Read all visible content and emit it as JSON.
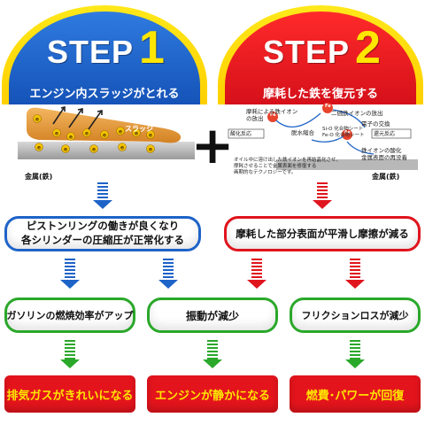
{
  "step1": {
    "title_prefix": "STEP",
    "title_num": "1",
    "subtitle": "エンジン内スラッジがとれる",
    "sludge_label": "スラッジ",
    "metal_label": "金属(鉄)",
    "electron": "e"
  },
  "plus_sign": "+",
  "step2": {
    "title_prefix": "STEP",
    "title_num": "2",
    "subtitle": "摩耗した鉄を復元する",
    "metal_label": "金属(鉄)",
    "notes": {
      "wear_ions": "摩耗による鉄イオン\nの放出",
      "ferrous_ion": "二価鉄イオンの放出",
      "oxidation": "酸化反応",
      "bond_catalyst": "脱水縮合",
      "si_o": "Si-O 化合物シート\nFe-O 化合物シート",
      "electron_exchange": "電子の交換",
      "reduction": "還元反応",
      "iron_oxidation": "鉄イオンの酸化\n金属表面の再没着",
      "caption": "オイル中に溶け出した鉄イオンを再結晶化させ、\n摩耗させることで金属表面を修復する\n画期的なテクノロジーです。"
    },
    "fe_label": "Fe"
  },
  "flow": {
    "blue_box": "ピストンリングの働きが良くなり\n各シリンダーの圧縮圧が正常化する",
    "red_box": "摩耗した部分表面が平滑し摩擦が減る",
    "green_boxes": [
      "ガソリンの燃焼効率がアップ",
      "振動が減少",
      "フリクションロスが減少"
    ],
    "results": [
      "排気ガスがきれいになる",
      "エンジンが静かになる",
      "燃費･パワーが回復"
    ]
  },
  "colors": {
    "blue": "#1e63c8",
    "red": "#e0141d",
    "green": "#2aa82a",
    "yellow": "#ffe600",
    "sludge": "#e39a3a"
  }
}
